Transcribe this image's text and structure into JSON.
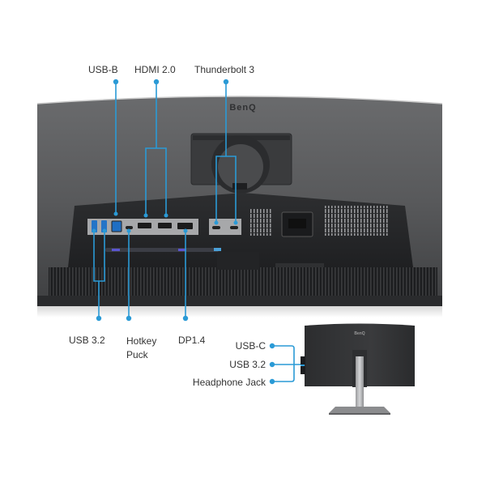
{
  "accent_color": "#2a9ad6",
  "brand": "BenQ",
  "top_labels": [
    {
      "id": "usb-b",
      "text": "USB-B"
    },
    {
      "id": "hdmi",
      "text": "HDMI 2.0"
    },
    {
      "id": "thunderbolt",
      "text": "Thunderbolt 3"
    }
  ],
  "bottom_labels": [
    {
      "id": "usb32",
      "text": "USB 3.2"
    },
    {
      "id": "hotkey-puck",
      "lines": [
        "Hotkey",
        "Puck"
      ]
    },
    {
      "id": "dp",
      "text": "DP1.4"
    }
  ],
  "side_labels": [
    {
      "id": "usb-c",
      "text": "USB-C"
    },
    {
      "id": "side-usb32",
      "text": "USB 3.2"
    },
    {
      "id": "headphone",
      "text": "Headphone Jack"
    }
  ]
}
